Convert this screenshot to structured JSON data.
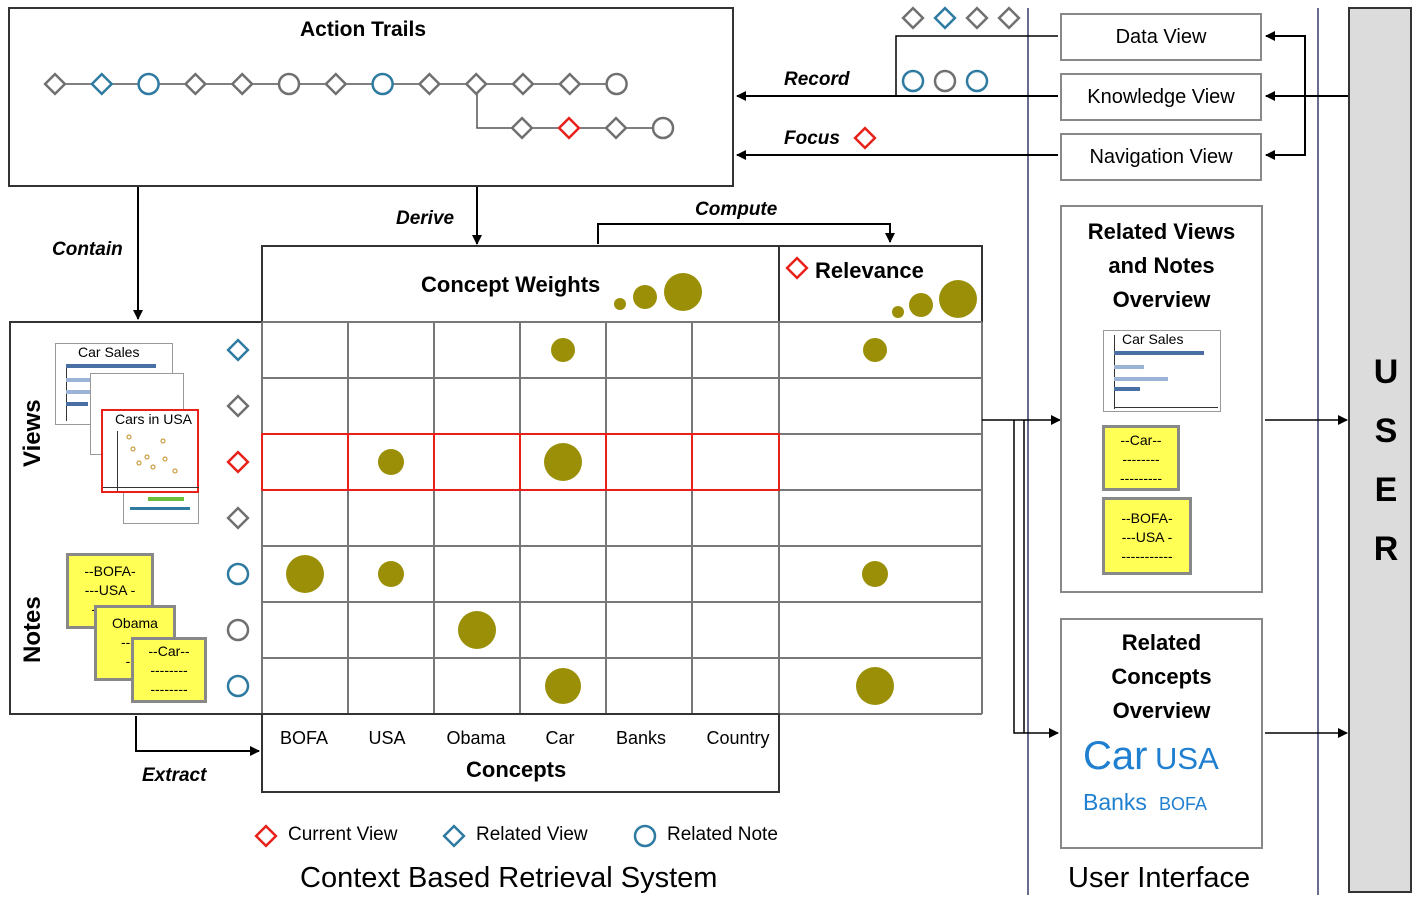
{
  "action_trails": {
    "title": "Action Trails"
  },
  "edge_labels": {
    "record": "Record",
    "focus": "Focus",
    "contain": "Contain",
    "derive": "Derive",
    "compute": "Compute",
    "extract": "Extract"
  },
  "matrix": {
    "concept_weights_title": "Concept Weights",
    "relevance_title": "Relevance",
    "concepts_title": "Concepts",
    "concepts": [
      "BOFA",
      "USA",
      "Obama",
      "Car",
      "Banks",
      "Country"
    ],
    "row_groups": {
      "views": "Views",
      "notes": "Notes"
    }
  },
  "thumbnails": {
    "car_sales": "Car Sales",
    "cars_in_usa": "Cars in USA",
    "note_bofa": [
      "--BOFA-",
      "---USA -",
      "--------"
    ],
    "note_obama": [
      "Obama",
      "------",
      "----"
    ],
    "note_car": [
      "--Car--",
      "--------",
      "--------"
    ]
  },
  "views": {
    "data": "Data View",
    "knowledge": "Knowledge View",
    "navigation": "Navigation View"
  },
  "related_views_panel": {
    "title_lines": [
      "Related Views",
      "and Notes",
      "Overview"
    ],
    "thumb_title": "Car Sales",
    "note_car": [
      "--Car--",
      "--------",
      "---------"
    ],
    "note_bofa": [
      "--BOFA-",
      "---USA -",
      "-----------"
    ]
  },
  "related_concepts_panel": {
    "title_lines": [
      "Related",
      "Concepts",
      "Overview"
    ],
    "words": [
      "Car",
      "USA",
      "Banks",
      "BOFA"
    ]
  },
  "user": {
    "letters": [
      "U",
      "S",
      "E",
      "R"
    ]
  },
  "legend": {
    "current_view": "Current View",
    "related_view": "Related View",
    "related_note": "Related Note"
  },
  "captions": {
    "system": "Context Based Retrieval System",
    "interface": "User Interface"
  },
  "colors": {
    "current": "#e8201a",
    "related_view": "#2e7aa1",
    "related_note": "#2e7aa1",
    "neutral": "#707070",
    "bubble": "#9b8f07",
    "highlight": "#e8201a",
    "word_blue": "#1f7fd0"
  }
}
